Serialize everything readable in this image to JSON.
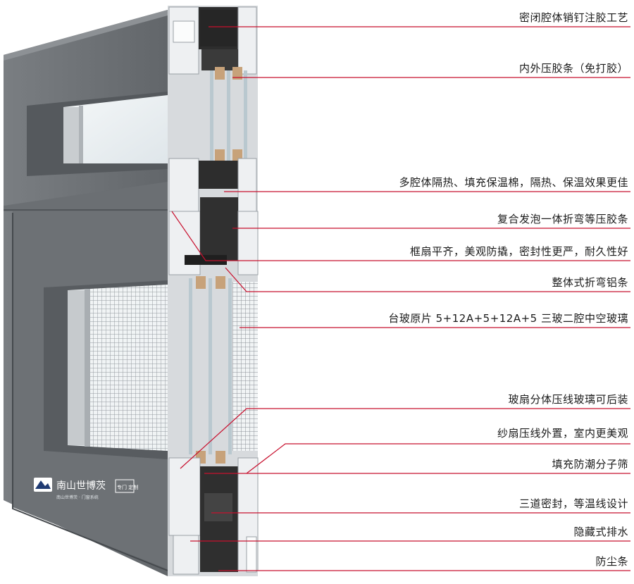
{
  "brand": {
    "name": "南山世博茨",
    "tag": "专门 定制",
    "sub": "南山世博茨 · 门窗系统"
  },
  "callouts": [
    {
      "label": "密闭腔体销钉注胶工艺"
    },
    {
      "label": "内外压胶条（免打胶）"
    },
    {
      "label": "多腔体隔热、填充保温棉，隔热、保温效果更佳"
    },
    {
      "label": "复合发泡一体折弯等压胶条"
    },
    {
      "label": "框扇平齐，美观防撬，密封性更严，耐久性好"
    },
    {
      "label": "整体式折弯铝条"
    },
    {
      "label": "台玻原片 5+12A+5+12A+5 三玻二腔中空玻璃"
    },
    {
      "label": "玻扇分体压线玻璃可后装"
    },
    {
      "label": "纱扇压线外置，室内更美观"
    },
    {
      "label": "填充防潮分子筛"
    },
    {
      "label": "三道密封，等温线设计"
    },
    {
      "label": "隐藏式排水"
    },
    {
      "label": "防尘条"
    }
  ],
  "colors": {
    "frame": "#6e7276",
    "frame_dark": "#4f5357",
    "profile": "#cfd2d5",
    "insulation": "#2b2b2b",
    "line": "#c8102e",
    "glass": "#e8eef1"
  }
}
